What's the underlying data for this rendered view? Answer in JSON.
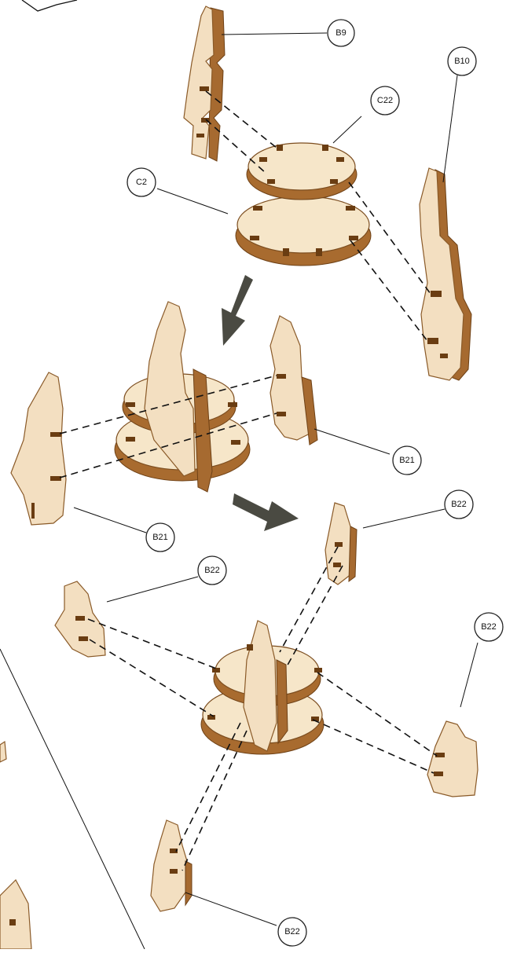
{
  "labels": {
    "b9": "B9",
    "b10": "B10",
    "c22": "C22",
    "c2": "C2",
    "b21_right": "B21",
    "b21_left": "B21",
    "b22_top": "B22",
    "b22_left": "B22",
    "b22_right": "B22",
    "b22_bottom": "B22"
  },
  "colors": {
    "wood_face": "#f3dfc1",
    "wood_edge": "#a66a30",
    "arrow": "#4a4a42"
  }
}
